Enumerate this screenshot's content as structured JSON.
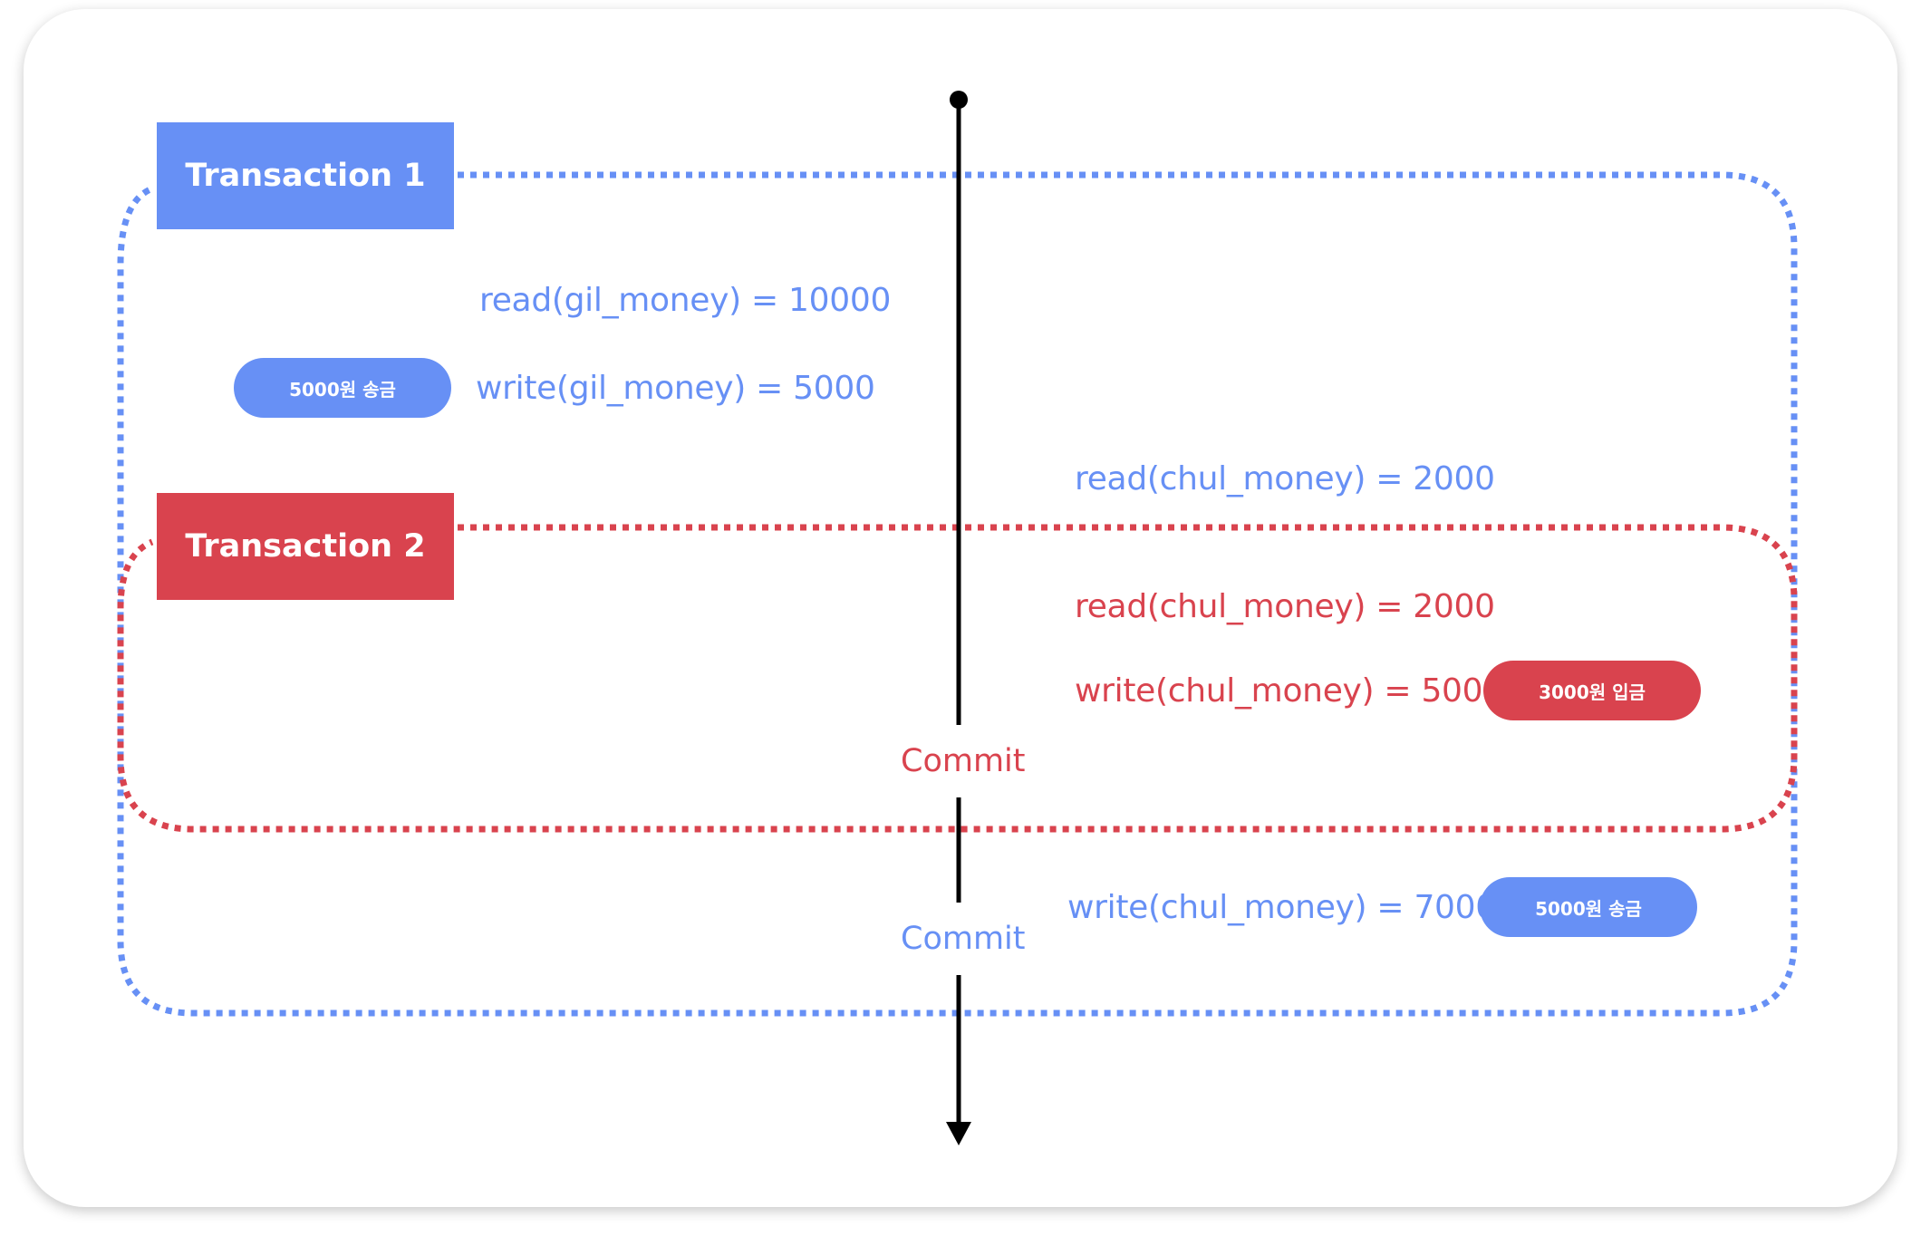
{
  "colors": {
    "blue": "#6790f5",
    "red": "#d9434e",
    "timeline": "#000000"
  },
  "transaction1": {
    "title": "Transaction 1",
    "ops": {
      "read_gil": "read(gil_money) = 10000",
      "write_gil": "write(gil_money) = 5000",
      "read_chul": "read(chul_money) = 2000",
      "write_chul": "write(chul_money) = 7000"
    },
    "badges": {
      "send_1": "5000원 송금",
      "send_2": "5000원 송금"
    },
    "commit_label": "Commit"
  },
  "transaction2": {
    "title": "Transaction 2",
    "ops": {
      "read_chul": "read(chul_money) = 2000",
      "write_chul": "write(chul_money) = 5000"
    },
    "badges": {
      "deposit": "3000원 입금"
    },
    "commit_label": "Commit"
  }
}
